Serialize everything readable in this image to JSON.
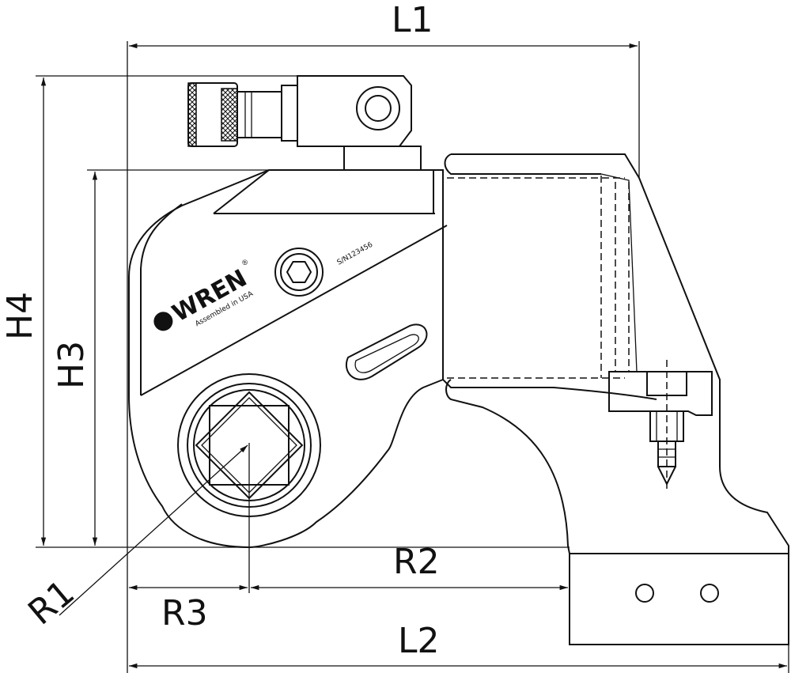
{
  "dimensions": {
    "l1": "L1",
    "l2": "L2",
    "h3": "H3",
    "h4": "H4",
    "r1": "R1",
    "r2": "R2",
    "r3": "R3"
  },
  "branding": {
    "logo": "WREN",
    "registered_mark": "®",
    "assembled": "Assembled in USA",
    "serial": "S/N123456"
  }
}
